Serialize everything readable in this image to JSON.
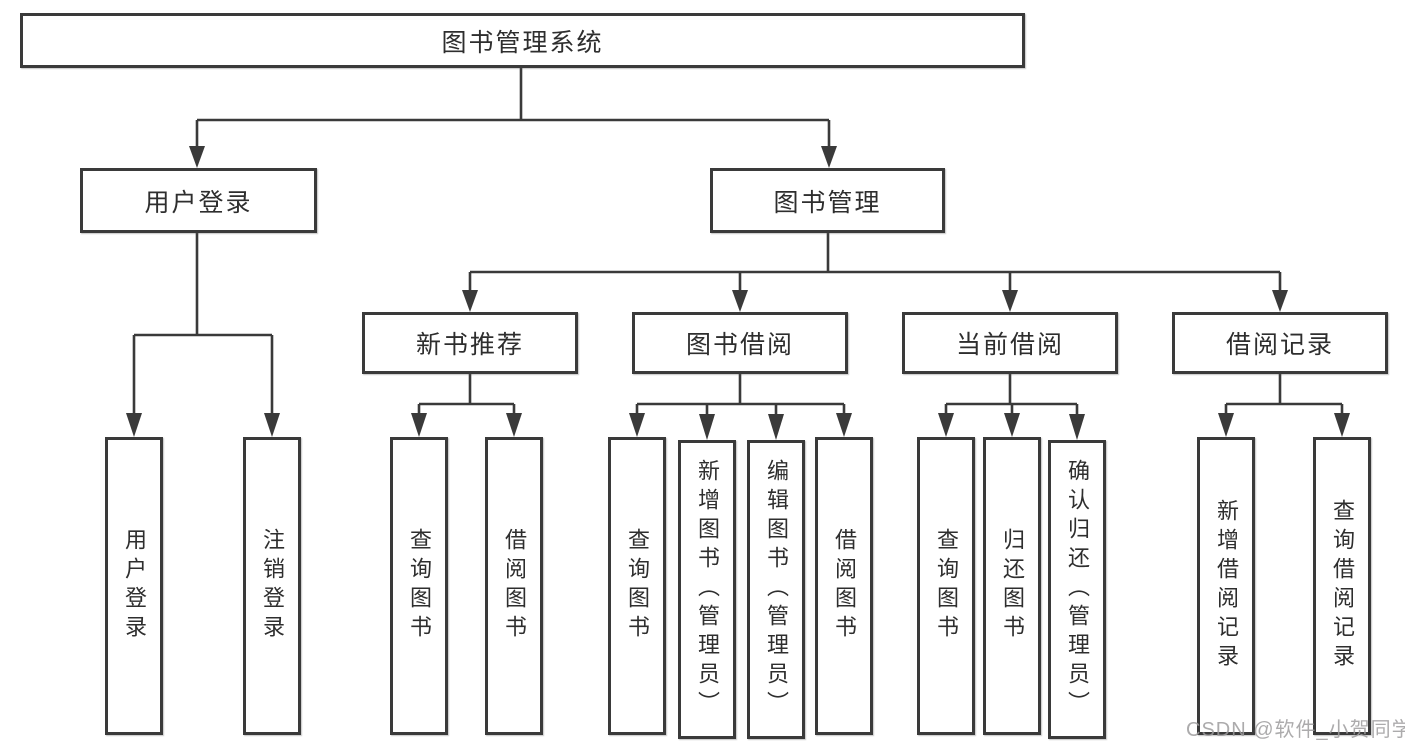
{
  "diagram_title": "图书管理系统",
  "tree": {
    "root": "图书管理系统",
    "branches": [
      {
        "label": "用户登录",
        "children": [
          "用户登录",
          "注销登录"
        ]
      },
      {
        "label": "图书管理",
        "children": [
          {
            "label": "新书推荐",
            "children": [
              "查询图书",
              "借阅图书"
            ]
          },
          {
            "label": "图书借阅",
            "children": [
              "查询图书",
              "新增图书（管理员）",
              "编辑图书（管理员）",
              "借阅图书"
            ]
          },
          {
            "label": "当前借阅",
            "children": [
              "查询图书",
              "归还图书",
              "确认归还（管理员）"
            ]
          },
          {
            "label": "借阅记录",
            "children": [
              "新增借阅记录",
              "查询借阅记录"
            ]
          }
        ]
      }
    ]
  },
  "watermark": "CSDN @软件_小贺同学",
  "colors": {
    "background": "#ffffff",
    "box_border": "#3a3a3a",
    "connector_line": "#3a3a3a",
    "text": "#2e2e2e",
    "watermark_text": "#9e9c9e"
  }
}
